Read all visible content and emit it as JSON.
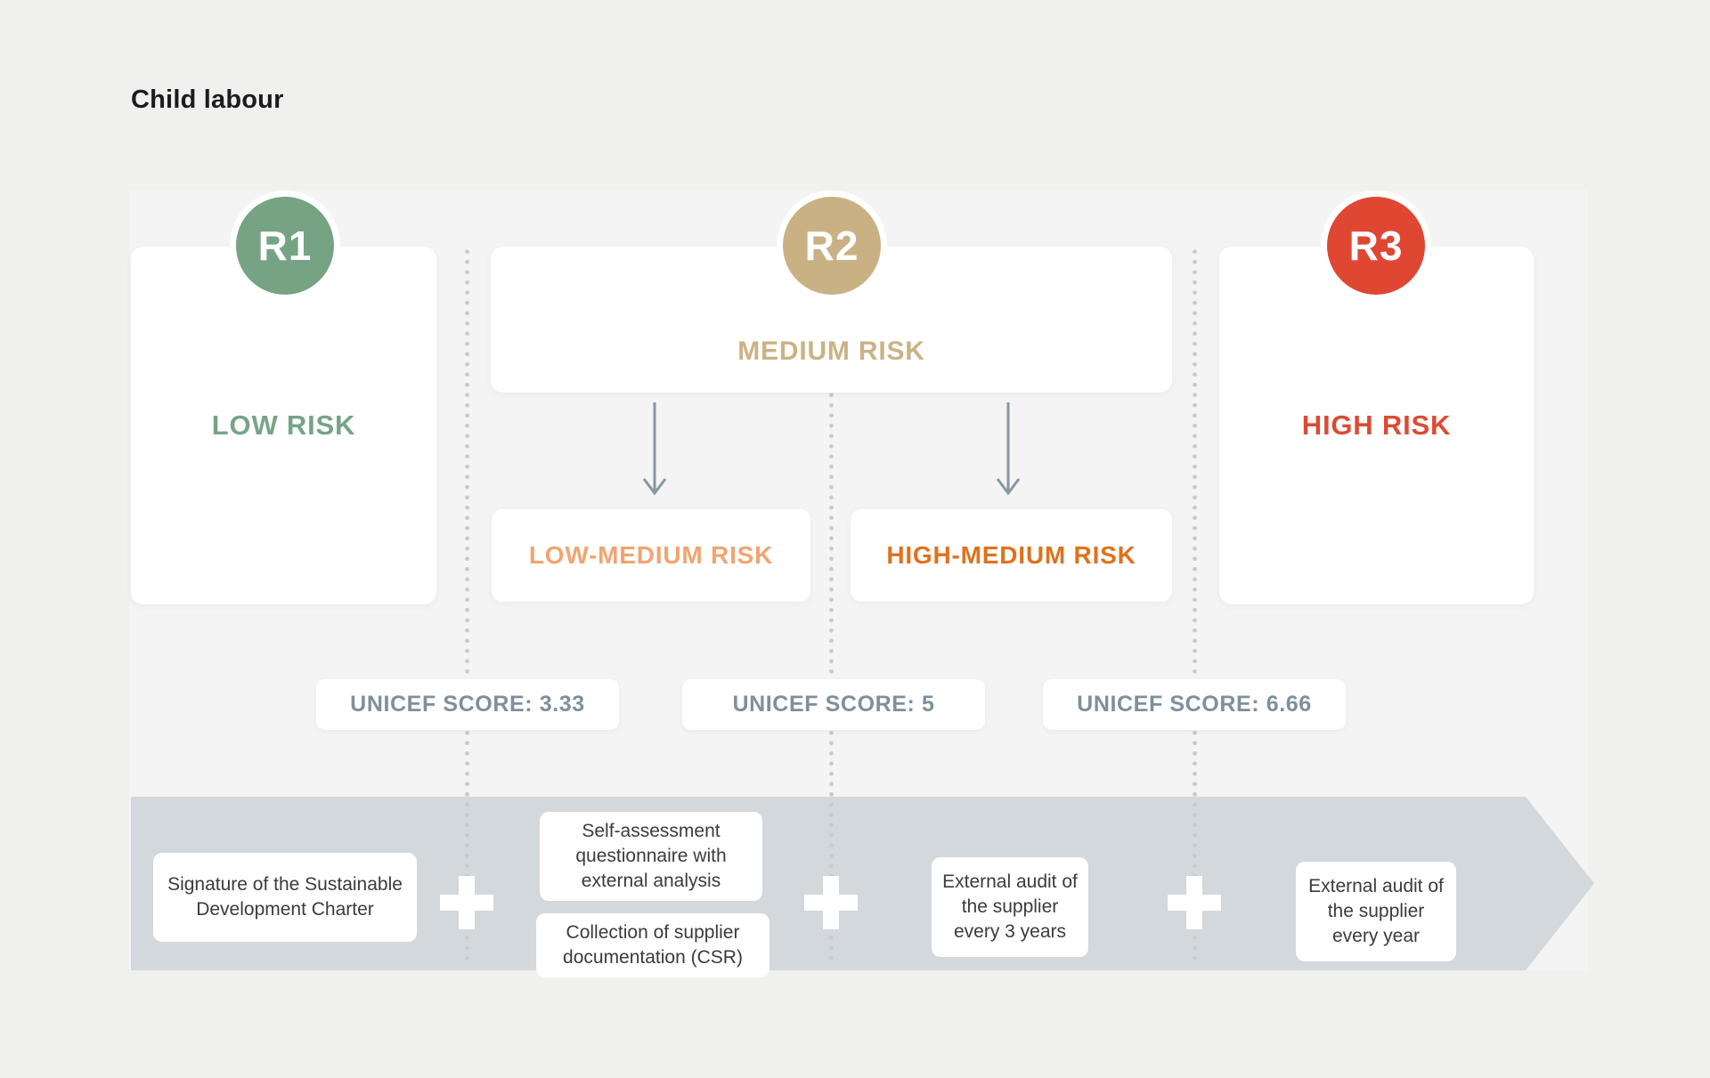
{
  "title": "Child labour",
  "colors": {
    "page_background": "#F0F0EF",
    "panel_background": "#F4F4F4",
    "band_background": "#D2D8DC",
    "dotted_line": "#C4CACD",
    "arrow": "#86999F",
    "low_risk": "#75A384",
    "medium_risk": "#C9B183",
    "high_risk": "#E04732",
    "low_medium_risk": "#F2A470",
    "high_medium_risk": "#E0711C",
    "score_text": "#7E909A"
  },
  "levels": {
    "r1": {
      "badge": "R1",
      "label": "LOW RISK"
    },
    "r2": {
      "badge": "R2",
      "label": "MEDIUM RISK",
      "sub": {
        "low": {
          "label": "LOW-MEDIUM RISK"
        },
        "high": {
          "label": "HIGH-MEDIUM RISK"
        }
      }
    },
    "r3": {
      "badge": "R3",
      "label": "HIGH RISK"
    }
  },
  "scores": {
    "s1": {
      "label": "UNICEF SCORE: 3.33"
    },
    "s2": {
      "label": "UNICEF SCORE: 5"
    },
    "s3": {
      "label": "UNICEF SCORE: 6.66"
    }
  },
  "process": {
    "step1": {
      "label": "Signature of the Sustainable Development Charter"
    },
    "step2a": {
      "label": "Self-assessment questionnaire with external analysis"
    },
    "step2b": {
      "label": "Collection of supplier documentation (CSR)"
    },
    "step3": {
      "label": "External audit of the supplier every 3 years"
    },
    "step4": {
      "label": "External audit of the supplier every year"
    }
  },
  "icons": {
    "plus": "plus",
    "arrow_down": "arrow-down"
  }
}
